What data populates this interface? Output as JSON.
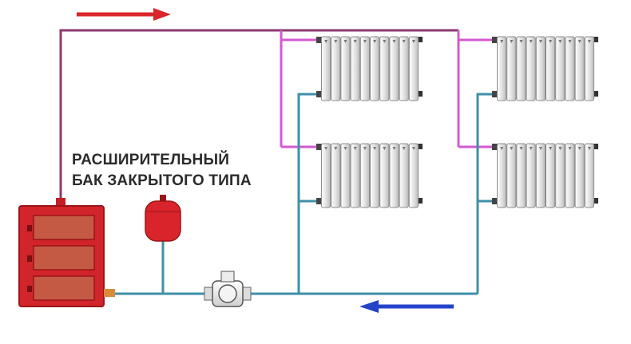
{
  "caption": {
    "line1": "РАСШИРИТЕЛЬНЫЙ",
    "line2": "БАК ЗАКРЫТОГО ТИПА"
  },
  "colors": {
    "supply_pipe": "#8b3a6e",
    "supply_riser": "#d35ad0",
    "return_pipe": "#3f8fa8",
    "boiler": "#d1242b",
    "boiler_dark": "#9c1518",
    "tank": "#d9242b",
    "radiator": "#eaeaea",
    "flow_hot_arrow": "#d9262b",
    "flow_cold_arrow": "#2443c8"
  },
  "components": {
    "boiler": "boiler-icon",
    "expansion_tank": "expansion-tank-icon",
    "pump": "circulation-pump-icon",
    "radiators": [
      "radiator-top-left",
      "radiator-bottom-left",
      "radiator-top-right",
      "radiator-bottom-right"
    ],
    "flow_supply": "arrow-right-icon",
    "flow_return": "arrow-left-icon"
  }
}
